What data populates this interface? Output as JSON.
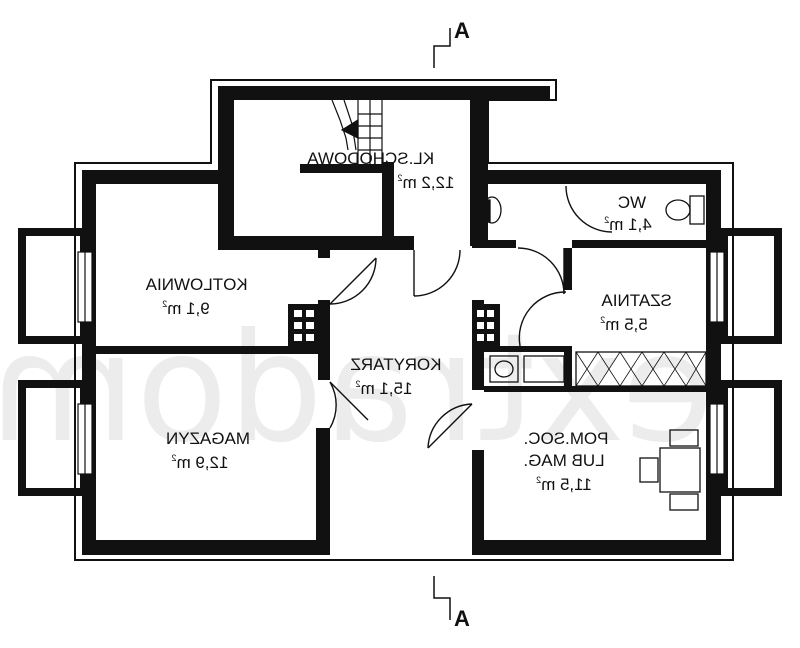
{
  "watermark": "extradom",
  "section_marks": {
    "top": "A",
    "bottom": "A"
  },
  "rooms": [
    {
      "id": "klatka",
      "name": "KL.SCHODOWA",
      "area": "12,2 m",
      "unit_sup": "2"
    },
    {
      "id": "wc",
      "name": "WC",
      "area": "4,1 m",
      "unit_sup": "2"
    },
    {
      "id": "kotlownia",
      "name": "KOTLOWNIA",
      "area": "9,1 m",
      "unit_sup": "2"
    },
    {
      "id": "szatnia",
      "name": "SZATNIA",
      "area": "5,5 m",
      "unit_sup": "2"
    },
    {
      "id": "korytarz",
      "name": "KORYTARZ",
      "area": "15,1 m",
      "unit_sup": "2"
    },
    {
      "id": "magazyn",
      "name": "MAGAZYN",
      "area": "12,9 m",
      "unit_sup": "2"
    },
    {
      "id": "pomsoc",
      "name_lines": [
        "POM.SOC.",
        "LUB MAG."
      ],
      "area": "11,5 m",
      "unit_sup": "2"
    }
  ]
}
